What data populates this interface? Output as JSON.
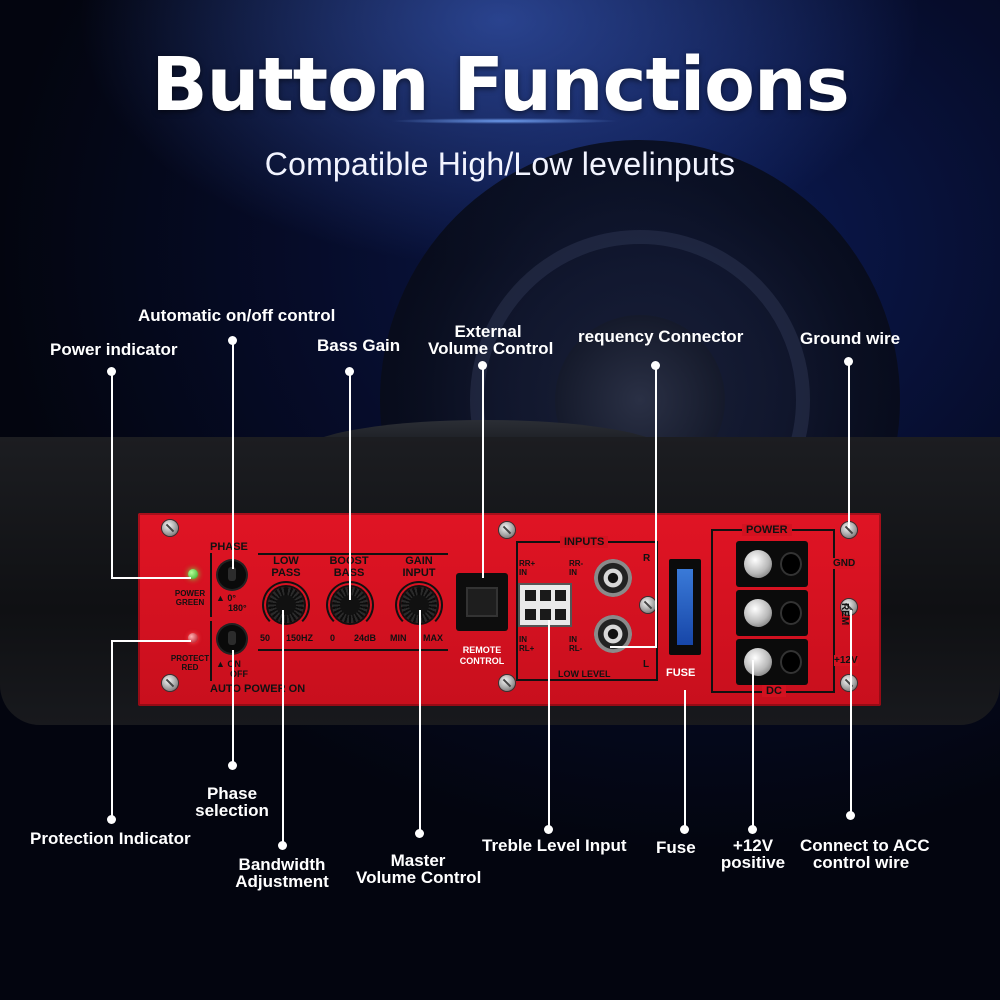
{
  "header": {
    "title": "Button Functions",
    "subtitle": "Compatible High/Low levelinputs"
  },
  "panel": {
    "power_green": [
      "POWER",
      "GREEN"
    ],
    "protect_red": [
      "PROTECT",
      "RED"
    ],
    "phase": {
      "label": "PHASE",
      "opt1": "0°",
      "opt2": "180°"
    },
    "auto_power": {
      "label": "AUTO POWER ON",
      "on": "ON",
      "off": "OFF"
    },
    "low_pass": {
      "label": [
        "LOW",
        "PASS"
      ],
      "min": "50",
      "max": "150HZ"
    },
    "boost_bass": {
      "label": [
        "BOOST",
        "BASS"
      ],
      "min": "0",
      "max": "24dB"
    },
    "gain_input": {
      "label": [
        "GAIN",
        "INPUT"
      ],
      "min": "MIN",
      "max": "MAX"
    },
    "remote": [
      "REMOTE",
      "CONTROL"
    ],
    "inputs": {
      "label": "INPUTS",
      "rr_plus": [
        "RR+",
        "IN"
      ],
      "rr_minus": [
        "RR-",
        "IN"
      ],
      "rl_plus": [
        "IN",
        "RL+"
      ],
      "rl_minus": [
        "IN",
        "RL-"
      ],
      "r": "R",
      "l": "L",
      "low_level": "LOW LEVEL"
    },
    "fuse": "FUSE",
    "power": {
      "label": "POWER",
      "gnd": "GND",
      "rem": "REM",
      "v12": "+12V",
      "dc": "DC"
    }
  },
  "callouts": {
    "auto_onoff": "Automatic on/off control",
    "power_indicator": "Power indicator",
    "bass_gain": "Bass Gain",
    "external_volume": [
      "External",
      "Volume Control"
    ],
    "frequency_connector": "requency Connector",
    "ground_wire": "Ground wire",
    "protection_indicator": "Protection Indicator",
    "phase_selection": [
      "Phase",
      "selection"
    ],
    "bandwidth": [
      "Bandwidth",
      "Adjustment"
    ],
    "master_volume": [
      "Master",
      "Volume Control"
    ],
    "treble_input": "Treble Level Input",
    "fuse": "Fuse",
    "v12_positive": [
      "+12V",
      "positive"
    ],
    "acc_wire": [
      "Connect to ACC",
      "control wire"
    ]
  }
}
